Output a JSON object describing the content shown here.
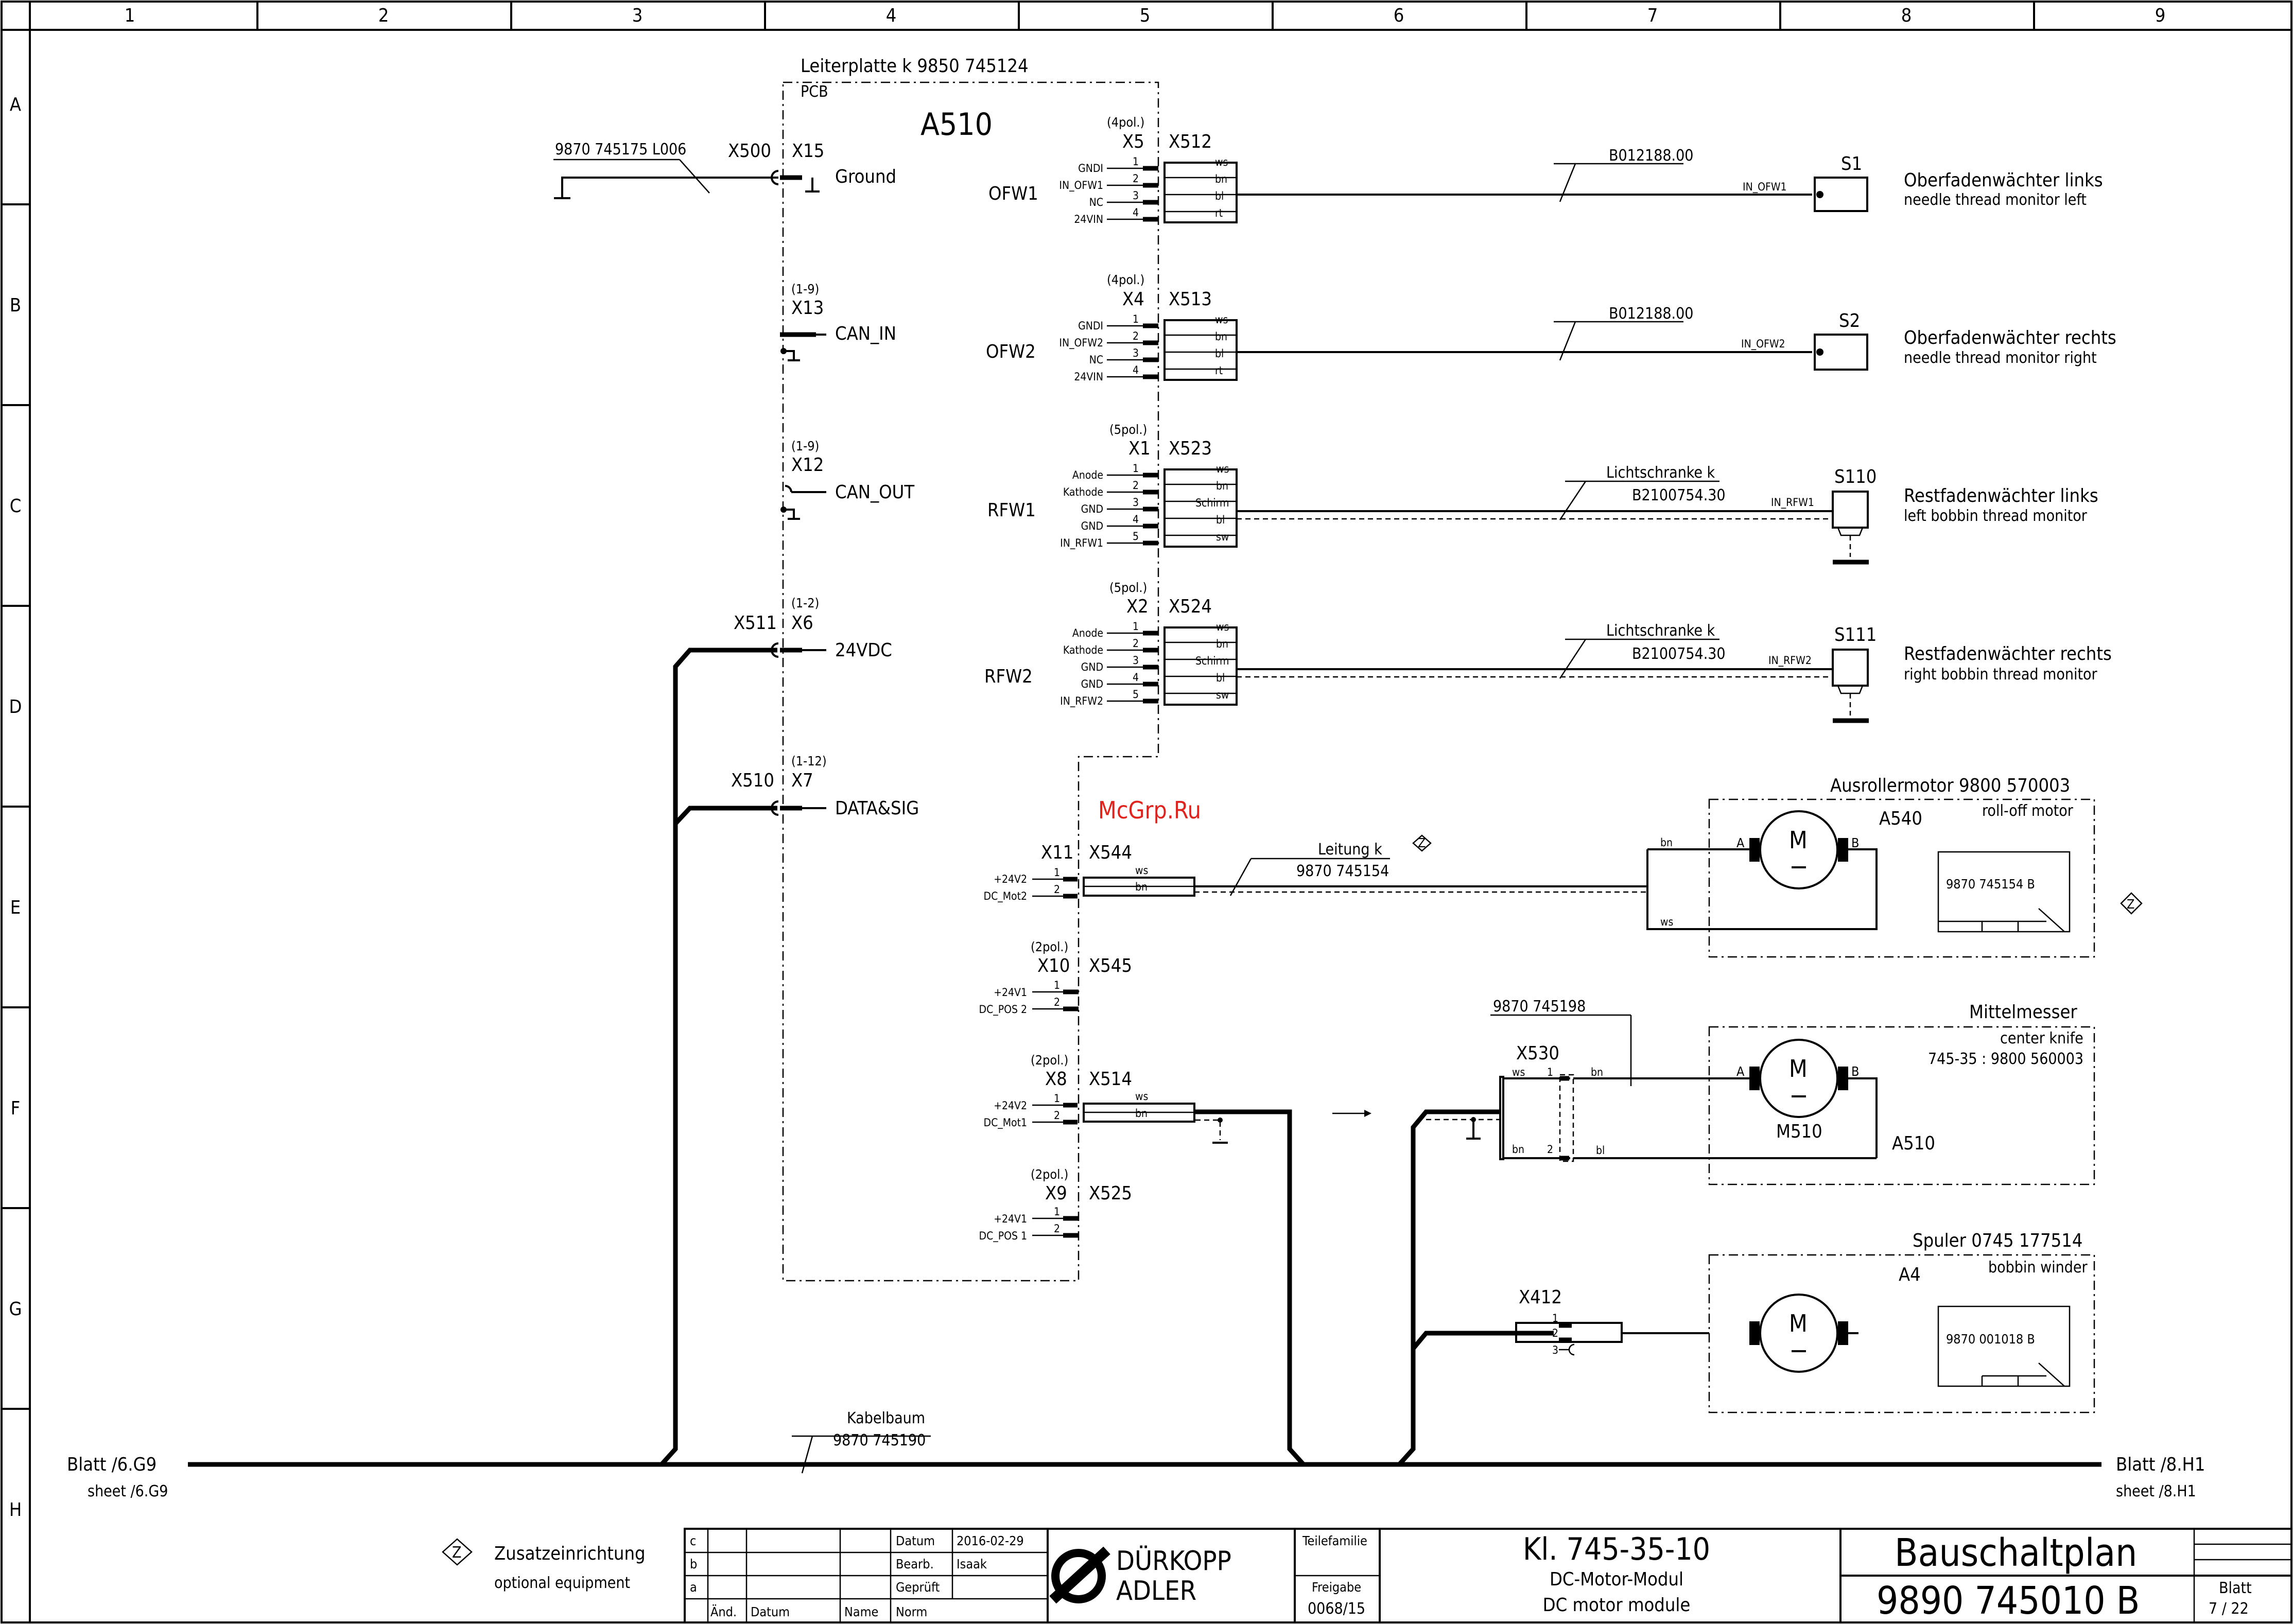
{
  "grid": {
    "columns": [
      "1",
      "2",
      "3",
      "4",
      "5",
      "6",
      "7",
      "8",
      "9"
    ],
    "rows": [
      "A",
      "B",
      "C",
      "D",
      "E",
      "F",
      "G",
      "H"
    ]
  },
  "board": {
    "title": "Leiterplatte k 9850 745124",
    "pcb_label": "PCB",
    "designator": "A510"
  },
  "watermark": "McGrp.Ru",
  "ground": {
    "cable": "9870 745175 L006",
    "connector": "X500",
    "plug": "X15",
    "label": "Ground"
  },
  "can_in": {
    "pins": "(1-9)",
    "plug": "X13",
    "label": "CAN_IN"
  },
  "can_out": {
    "pins": "(1-9)",
    "plug": "X12",
    "label": "CAN_OUT"
  },
  "v24dc": {
    "pins": "(1-2)",
    "plug": "X6",
    "connector": "X511",
    "label": "24VDC"
  },
  "datasig": {
    "pins": "(1-12)",
    "plug": "X7",
    "connector": "X510",
    "label": "DATA&SIG"
  },
  "ofw1": {
    "pol": "(4pol.)",
    "plug": "X5",
    "connector": "X512",
    "group": "OFW1",
    "signals": [
      "GNDI",
      "IN_OFW1",
      "NC",
      "24VIN"
    ],
    "pins": [
      "1",
      "2",
      "3",
      "4"
    ],
    "wires": [
      "ws",
      "bn",
      "bl",
      "rt"
    ],
    "cable": "B012188.00",
    "signal": "IN_OFW1",
    "sensor": "S1",
    "desc_de": "Oberfadenwächter links",
    "desc_en": "needle thread monitor left"
  },
  "ofw2": {
    "pol": "(4pol.)",
    "plug": "X4",
    "connector": "X513",
    "group": "OFW2",
    "signals": [
      "GNDI",
      "IN_OFW2",
      "NC",
      "24VIN"
    ],
    "pins": [
      "1",
      "2",
      "3",
      "4"
    ],
    "wires": [
      "ws",
      "bn",
      "bl",
      "rt"
    ],
    "cable": "B012188.00",
    "signal": "IN_OFW2",
    "sensor": "S2",
    "desc_de": "Oberfadenwächter rechts",
    "desc_en": "needle thread monitor right"
  },
  "rfw1": {
    "pol": "(5pol.)",
    "plug": "X1",
    "connector": "X523",
    "group": "RFW1",
    "signals": [
      "Anode",
      "Kathode",
      "GND",
      "GND",
      "IN_RFW1"
    ],
    "pins": [
      "1",
      "2",
      "3",
      "4",
      "5"
    ],
    "wires": [
      "ws",
      "bn",
      "Schirm",
      "bl",
      "sw"
    ],
    "cable_name": "Lichtschranke k",
    "cable": "B2100754.30",
    "signal": "IN_RFW1",
    "sensor": "S110",
    "desc_de": "Restfadenwächter links",
    "desc_en": "left bobbin thread monitor"
  },
  "rfw2": {
    "pol": "(5pol.)",
    "plug": "X2",
    "connector": "X524",
    "group": "RFW2",
    "signals": [
      "Anode",
      "Kathode",
      "GND",
      "GND",
      "IN_RFW2"
    ],
    "pins": [
      "1",
      "2",
      "3",
      "4",
      "5"
    ],
    "wires": [
      "ws",
      "bn",
      "Schirm",
      "bl",
      "sw"
    ],
    "cable_name": "Lichtschranke k",
    "cable": "B2100754.30",
    "signal": "IN_RFW2",
    "sensor": "S111",
    "desc_de": "Restfadenwächter rechts",
    "desc_en": "right bobbin thread monitor"
  },
  "x11": {
    "plug": "X11",
    "connector": "X544",
    "signals": [
      "+24V2",
      "DC_Mot2"
    ],
    "pins": [
      "1",
      "2"
    ],
    "wires": [
      "ws",
      "bn"
    ],
    "cable_name": "Leitung k",
    "cable": "9870 745154",
    "option_mark": "Z"
  },
  "x10": {
    "pol": "(2pol.)",
    "plug": "X10",
    "connector": "X545",
    "signals": [
      "+24V1",
      "DC_POS 2"
    ],
    "pins": [
      "1",
      "2"
    ]
  },
  "x8": {
    "pol": "(2pol.)",
    "plug": "X8",
    "connector": "X514",
    "signals": [
      "+24V2",
      "DC_Mot1"
    ],
    "pins": [
      "1",
      "2"
    ],
    "wires": [
      "ws",
      "bn"
    ]
  },
  "x9": {
    "pol": "(2pol.)",
    "plug": "X9",
    "connector": "X525",
    "signals": [
      "+24V1",
      "DC_POS 1"
    ],
    "pins": [
      "1",
      "2"
    ]
  },
  "a540": {
    "title": "Ausrollermotor 9800 570003",
    "subtitle": "roll-off motor",
    "designator": "A540",
    "motor": "M",
    "term_a": "A",
    "term_b": "B",
    "wire_top": "bn",
    "wire_bottom": "ws",
    "ref": "9870 745154 B",
    "option_mark": "Z"
  },
  "a510m": {
    "title": "Mittelmesser",
    "subtitle": "center knife",
    "part": "745-35 : 9800 560003",
    "designator": "A510",
    "motor_label": "M510",
    "motor": "M",
    "term_a": "A",
    "term_b": "B",
    "cable": "9870 745198",
    "connector": "X530",
    "pins": [
      "1",
      "2"
    ],
    "wires": [
      "ws",
      "bn",
      "bn",
      "bl"
    ]
  },
  "a4": {
    "title": "Spuler 0745 177514",
    "subtitle": "bobbin winder",
    "designator": "A4",
    "motor": "M",
    "connector": "X412",
    "pins": [
      "1",
      "2",
      "3"
    ],
    "ref": "9870 001018 B"
  },
  "harness": {
    "name": "Kabelbaum",
    "part": "9870 745190",
    "left_de": "Blatt /6.G9",
    "left_en": "sheet /6.G9",
    "right_de": "Blatt /8.H1",
    "right_en": "sheet /8.H1"
  },
  "legend": {
    "mark": "Z",
    "de": "Zusatzeinrichtung",
    "en": "optional equipment"
  },
  "titleblock": {
    "rev_rows": [
      "c",
      "b",
      "a"
    ],
    "col_aend": "Änd.",
    "col_datum": "Datum",
    "col_name": "Name",
    "col_norm": "Norm",
    "datum_label": "Datum",
    "datum_value": "2016-02-29",
    "bearb_label": "Bearb.",
    "bearb_value": "Isaak",
    "gepruft_label": "Geprüft",
    "company_line1": "DÜRKOPP",
    "company_line2": "ADLER",
    "family_label": "Teilefamilie",
    "release_label": "Freigabe",
    "release_value": "0068/15",
    "class": "Kl. 745-35-10",
    "module_de": "DC-Motor-Modul",
    "module_en": "DC motor module",
    "doc_type": "Bauschaltplan",
    "doc_number": "9890   745010 B",
    "sheet_label": "Blatt",
    "sheet_value": "7 / 22"
  }
}
